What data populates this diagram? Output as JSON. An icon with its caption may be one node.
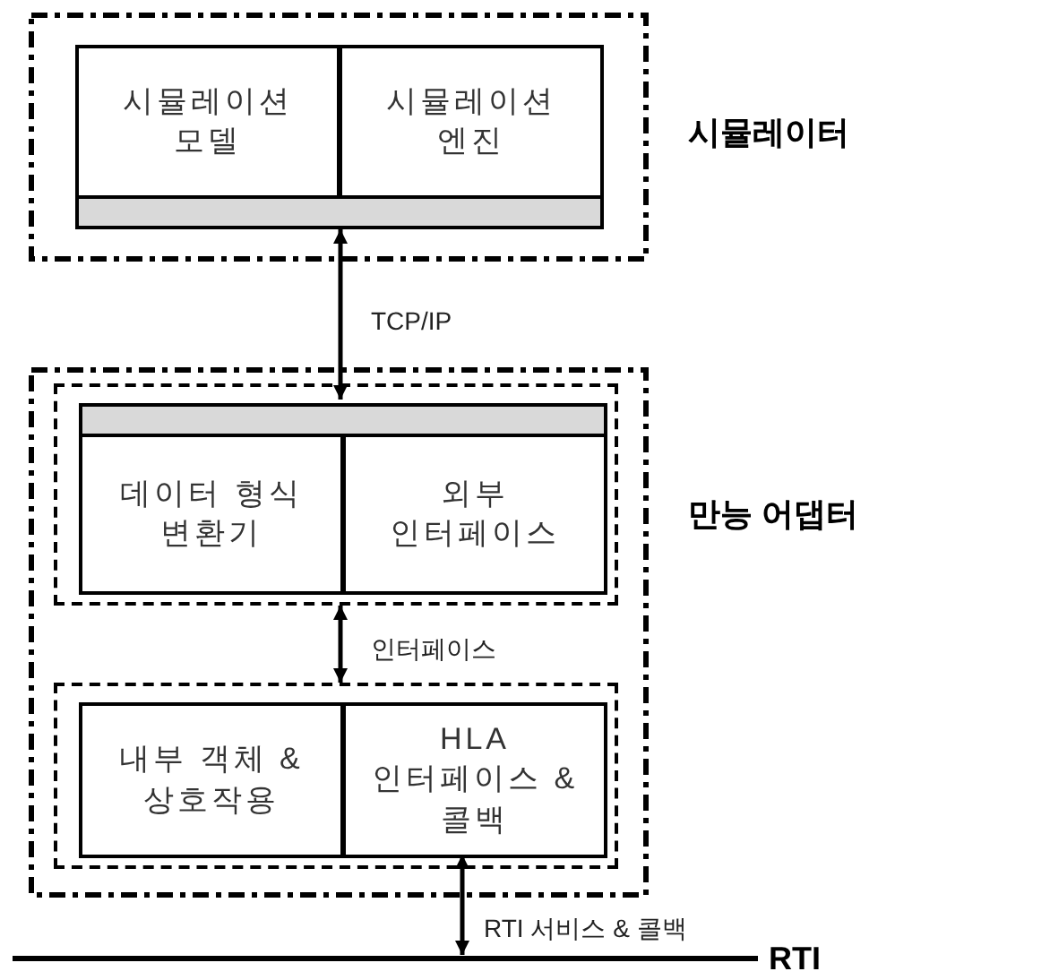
{
  "diagram": {
    "nodes": [
      {
        "text": [
          "시뮬레이터"
        ]
      },
      {
        "text": [
          "시뮬레이션 모델"
        ],
        "in": 0
      },
      {
        "text": [
          "시뮬레이션 엔진"
        ],
        "in": 0
      },
      {
        "text": [],
        "shape": "bar",
        "in": 0
      },
      {
        "text": [
          "만능 어댑터"
        ]
      },
      {
        "text": [],
        "shape": "box",
        "in": 4
      },
      {
        "text": [],
        "shape": "bar",
        "in": 5
      },
      {
        "text": [
          "데이터 형식 변환기"
        ],
        "in": 5
      },
      {
        "text": [
          "외부 인터페이스"
        ],
        "in": 5
      },
      {
        "text": [],
        "shape": "box",
        "in": 4
      },
      {
        "text": [
          "내부 객체 & 상호작용"
        ],
        "in": 9
      },
      {
        "text": [
          "HLA 인터페이스 & 콜백"
        ],
        "in": 9
      },
      {
        "text": [
          "RTI"
        ]
      }
    ],
    "edges": [
      {
        "from": 3,
        "to": 6,
        "arrow": "both",
        "label": "TCP/IP"
      },
      {
        "from": 5,
        "to": 9,
        "arrow": "both",
        "label": "인터페이스"
      },
      {
        "from": 11,
        "to": 12,
        "arrow": "both",
        "label": "RTI 서비스 & 콜백"
      }
    ]
  }
}
